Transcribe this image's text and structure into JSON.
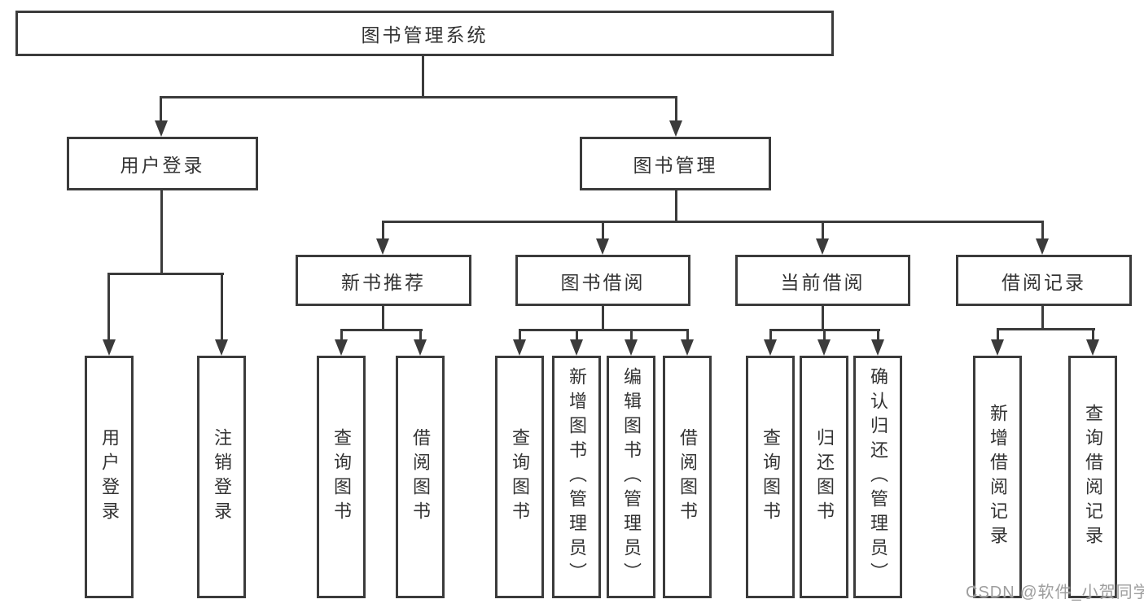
{
  "colors": {
    "background": "#ffffff",
    "line": "#3b3b3b",
    "box_border": "#3b3b3b",
    "text": "#333333",
    "watermark": "#9e9e9e"
  },
  "tree": {
    "root": {
      "label": "图书管理系统"
    },
    "branches": [
      {
        "label": "用户登录",
        "children": [
          {
            "label": "用户登录"
          },
          {
            "label": "注销登录"
          }
        ]
      },
      {
        "label": "图书管理",
        "sections": [
          {
            "label": "新书推荐",
            "children": [
              {
                "label": "查询图书"
              },
              {
                "label": "借阅图书"
              }
            ]
          },
          {
            "label": "图书借阅",
            "children": [
              {
                "label": "查询图书"
              },
              {
                "label": "新增图书（管理员）"
              },
              {
                "label": "编辑图书（管理员）"
              },
              {
                "label": "借阅图书"
              }
            ]
          },
          {
            "label": "当前借阅",
            "children": [
              {
                "label": "查询图书"
              },
              {
                "label": "归还图书"
              },
              {
                "label": "确认归还（管理员）"
              }
            ]
          },
          {
            "label": "借阅记录",
            "children": [
              {
                "label": "新增借阅记录"
              },
              {
                "label": "查询借阅记录"
              }
            ]
          }
        ]
      }
    ]
  },
  "watermark": {
    "text": "CSDN @软件_小贺同学"
  }
}
